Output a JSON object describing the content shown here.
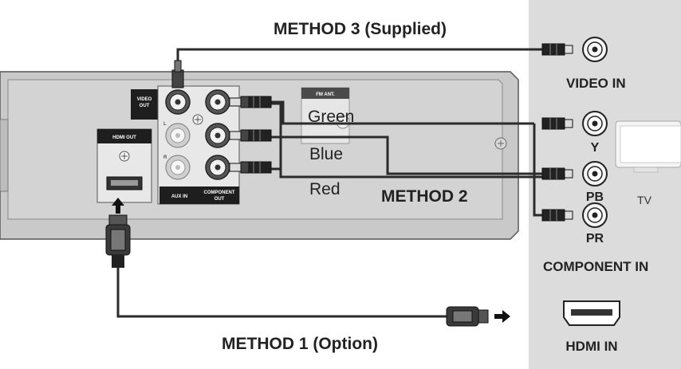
{
  "methods": {
    "method3": "METHOD 3 (Supplied)",
    "method2": "METHOD 2",
    "method1": "METHOD 1 (Option)"
  },
  "cables": {
    "green": "Green",
    "blue": "Blue",
    "red": "Red"
  },
  "player_labels": {
    "video_out": [
      "VIDEO",
      "OUT"
    ],
    "hdmi_out": "HDMI OUT",
    "aux_in": "AUX IN",
    "component_out": [
      "COMPONENT",
      "OUT"
    ],
    "fm_ant": "FM ANT."
  },
  "tv_labels": {
    "video_in": "VIDEO IN",
    "y": "Y",
    "pb": "PB",
    "pr": "PR",
    "component_in": "COMPONENT IN",
    "hdmi_in": "HDMI IN",
    "tv": "TV"
  },
  "colors": {
    "panel": "#dcdcdc",
    "chassis": "#c9c9c9",
    "black_strip": "#1e1e1e",
    "wire": "#2b2b2b"
  }
}
